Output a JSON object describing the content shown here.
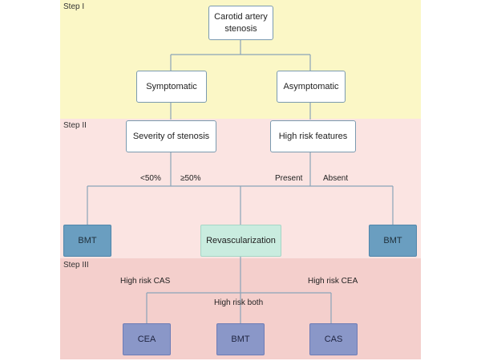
{
  "steps": {
    "step1": "Step I",
    "step2": "Step II",
    "step3": "Step III"
  },
  "nodes": {
    "root": "Carotid artery stenosis",
    "symptomatic": "Symptomatic",
    "asymptomatic": "Asymptomatic",
    "severity": "Severity of stenosis",
    "high_risk_features": "High risk features",
    "bmt_left": "BMT",
    "revascularization": "Revascularization",
    "bmt_right": "BMT",
    "cea": "CEA",
    "bmt_bottom": "BMT",
    "cas": "CAS"
  },
  "edge_labels": {
    "lt50": "<50%",
    "ge50": "≥50%",
    "present": "Present",
    "absent": "Absent",
    "high_risk_cas": "High risk CAS",
    "high_risk_cea": "High risk CEA",
    "high_risk_both": "High risk both"
  },
  "colors": {
    "step1_bg": "#fbf7c6",
    "step2_bg": "#fbe4e2",
    "step3_bg": "#f4cfcc",
    "line": "#8aa4b8"
  }
}
